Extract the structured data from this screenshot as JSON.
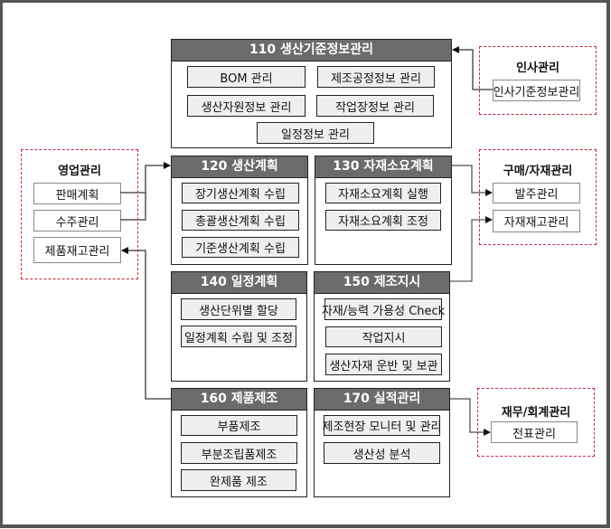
{
  "panels": {
    "p110": {
      "title": "110 생산기준정보관리",
      "items": [
        "BOM 관리",
        "제조공정정보 관리",
        "생산자원정보 관리",
        "작업장정보 관리",
        "일정정보 관리"
      ]
    },
    "p120": {
      "title": "120 생산계획",
      "items": [
        "장기생산계획 수립",
        "총괄생산계획 수립",
        "기준생산계획 수립"
      ]
    },
    "p130": {
      "title": "130 자재소요계획",
      "items": [
        "자재소요계획 실행",
        "자재소요계획 조정"
      ]
    },
    "p140": {
      "title": "140 일정계획",
      "items": [
        "생산단위별 할당",
        "일정계획 수립 및 조정"
      ]
    },
    "p150": {
      "title": "150 제조지시",
      "items": [
        "자재/능력 가용성 Check",
        "작업지시",
        "생산자재 운반 및 보관"
      ]
    },
    "p160": {
      "title": "160 제품제조",
      "items": [
        "부품제조",
        "부분조립품제조",
        "완제품 제조"
      ]
    },
    "p170": {
      "title": "170 실적관리",
      "items": [
        "제조현장 모니터 및 관리",
        "생산성 분석"
      ]
    }
  },
  "external": {
    "sales": {
      "title": "영업관리",
      "items": [
        "판매계획",
        "수주관리",
        "제품재고관리"
      ]
    },
    "hr": {
      "title": "인사관리",
      "items": [
        "인사기준정보관리"
      ]
    },
    "purchase": {
      "title": "구매/자재관리",
      "items": [
        "발주관리",
        "자재재고관리"
      ]
    },
    "finance": {
      "title": "재무/회계관리",
      "items": [
        "전표관리"
      ]
    }
  }
}
